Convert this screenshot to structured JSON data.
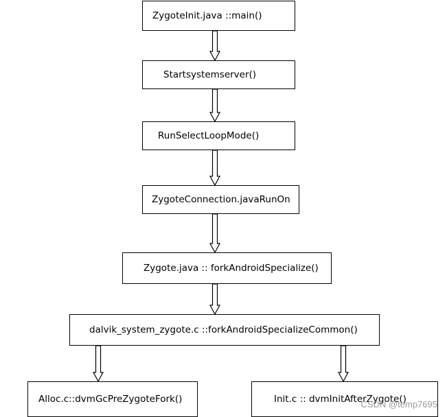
{
  "nodes": {
    "zygote_init_main": "ZygoteInit.java ::main()",
    "start_system_server": "Startsystemserver()",
    "run_select_loop_mode": "RunSelectLoopMode()",
    "zygote_connection_run_on": "ZygoteConnection.javaRunOn",
    "fork_android_specialize": "Zygote.java :: forkAndroidSpecialize()",
    "fork_android_specialize_common": "dalvik_system_zygote.c ::forkAndroidSpecializeCommon()",
    "dvm_gc_pre_zygote_fork": "Alloc.c::dvmGcPreZygoteFork()",
    "dvm_init_after_zygote": "Init.c :: dvmInitAfterZygote()"
  },
  "edges": [
    [
      "zygote_init_main",
      "start_system_server"
    ],
    [
      "start_system_server",
      "run_select_loop_mode"
    ],
    [
      "run_select_loop_mode",
      "zygote_connection_run_on"
    ],
    [
      "zygote_connection_run_on",
      "fork_android_specialize"
    ],
    [
      "fork_android_specialize",
      "fork_android_specialize_common"
    ],
    [
      "fork_android_specialize_common",
      "dvm_gc_pre_zygote_fork"
    ],
    [
      "fork_android_specialize_common",
      "dvm_init_after_zygote"
    ]
  ],
  "watermark": "CSDN @temp7695"
}
